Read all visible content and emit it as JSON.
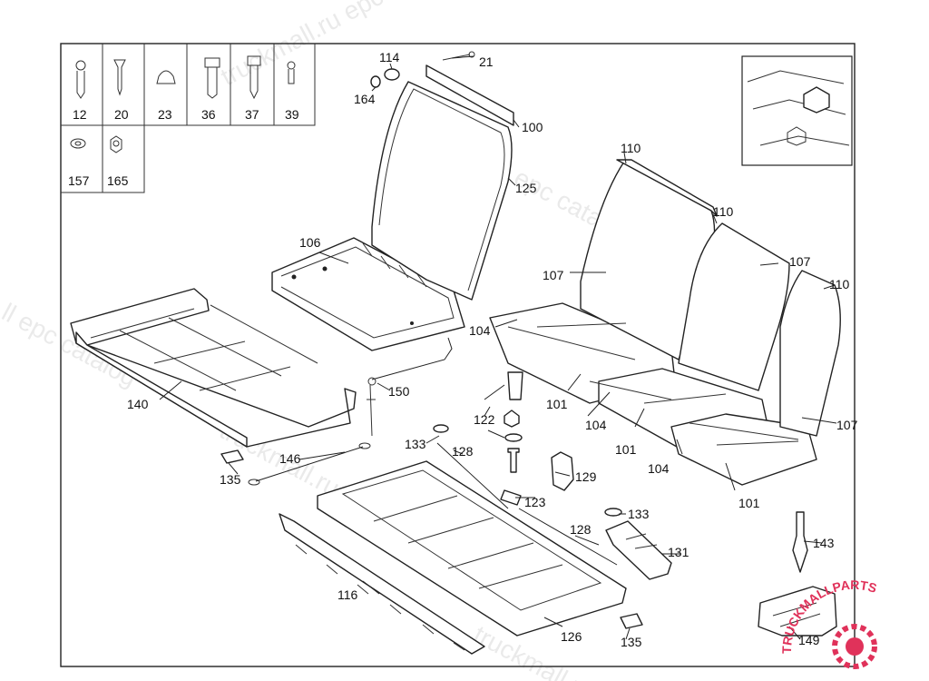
{
  "hardware_table": {
    "row1": [
      "12",
      "20",
      "23",
      "36",
      "37",
      "39"
    ],
    "row2": [
      "157",
      "165"
    ]
  },
  "callouts": {
    "c21": "21",
    "c114": "114",
    "c164": "164",
    "c100": "100",
    "c125": "125",
    "c106": "106",
    "c140": "140",
    "c150": "150",
    "c146": "146",
    "c135a": "135",
    "c133a": "133",
    "c128a": "128",
    "c122": "122",
    "c123": "123",
    "c129": "129",
    "c116": "116",
    "c126": "126",
    "c135b": "135",
    "c133b": "133",
    "c128b": "128",
    "c131": "131",
    "c143": "143",
    "c149": "149",
    "c110a": "110",
    "c110b": "110",
    "c110c": "110",
    "c107a": "107",
    "c107b": "107",
    "c107c": "107",
    "c104a": "104",
    "c104b": "104",
    "c104c": "104",
    "c101a": "101",
    "c101b": "101",
    "c101c": "101"
  },
  "watermarks": {
    "w1": "truckmall.ru epc catalog",
    "w2": "truckmall.ru epc catalog",
    "w3": "ll epc catalog",
    "w4": "truckmall.ru",
    "w5": "truckmall.ru"
  },
  "logo": {
    "text": "TRUCKMALLPARTS",
    "color": "#e0325a"
  }
}
